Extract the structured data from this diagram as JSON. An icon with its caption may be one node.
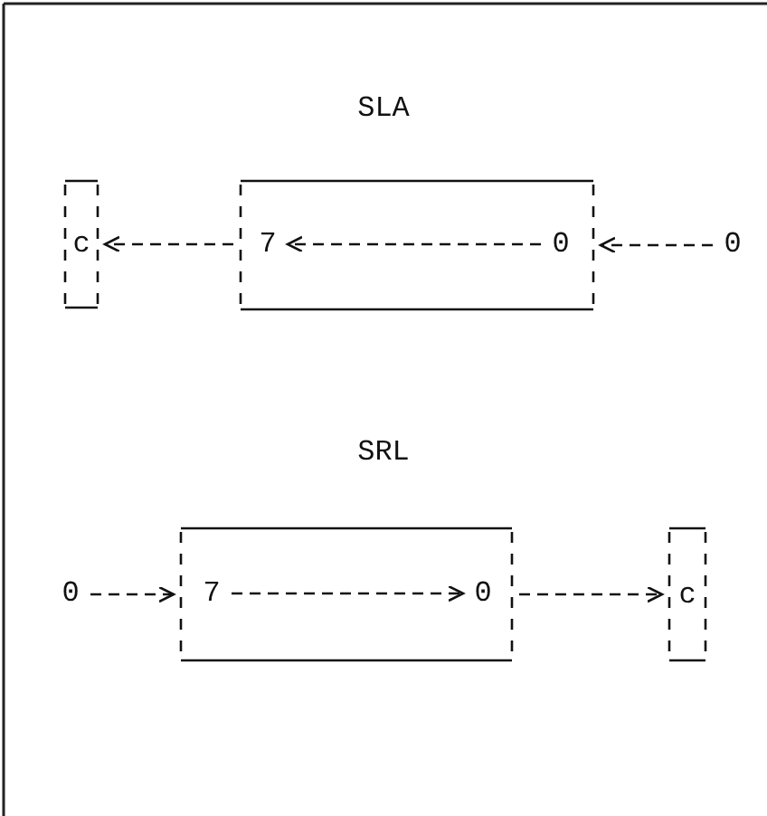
{
  "diagram": {
    "nodes": [
      {
        "text": [
          "c"
        ]
      },
      {
        "text": [],
        "shape": "box"
      },
      {
        "text": [
          "7"
        ],
        "in": 1
      },
      {
        "text": [
          "0"
        ],
        "in": 1
      },
      {
        "text": [
          "0"
        ]
      },
      {
        "text": [
          "0"
        ]
      },
      {
        "text": [],
        "shape": "box"
      },
      {
        "text": [
          "7"
        ],
        "in": 6
      },
      {
        "text": [
          "0"
        ],
        "in": 6
      },
      {
        "text": [
          "c"
        ]
      }
    ],
    "edges": [
      {
        "from": 3,
        "to": 2,
        "arrow": "to",
        "style": "dashed"
      },
      {
        "from": 1,
        "to": 0,
        "arrow": "to",
        "style": "dashed"
      },
      {
        "from": 4,
        "to": 1,
        "arrow": "to",
        "style": "dashed"
      },
      {
        "from": 5,
        "to": 6,
        "arrow": "to",
        "style": "dashed"
      },
      {
        "from": 7,
        "to": 8,
        "arrow": "to",
        "style": "dashed"
      },
      {
        "from": 6,
        "to": 9,
        "arrow": "to",
        "style": "dashed"
      }
    ],
    "labels": [
      "SLA",
      "SRL"
    ]
  }
}
